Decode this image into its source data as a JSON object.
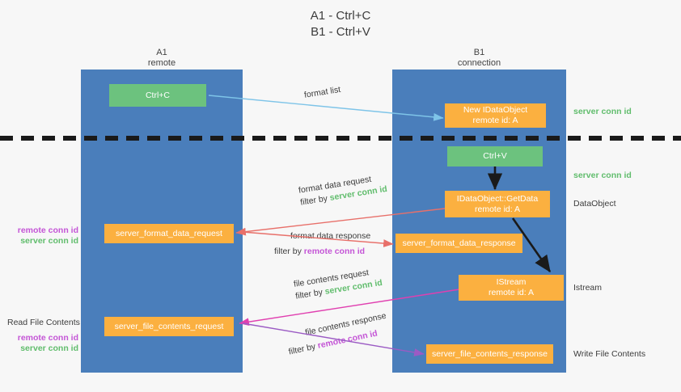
{
  "title": {
    "line1": "A1 - Ctrl+C",
    "line2": "B1 - Ctrl+V"
  },
  "lanes": {
    "a": {
      "name": "A1",
      "role": "remote"
    },
    "b": {
      "name": "B1",
      "role": "connection"
    }
  },
  "boxes": {
    "ctrl_c": {
      "label": "Ctrl+C"
    },
    "new_dataobject": {
      "line1": "New IDataObject",
      "line2": "remote id: A"
    },
    "ctrl_v": {
      "label": "Ctrl+V"
    },
    "getdata": {
      "line1": "IDataObject::GetData",
      "line2": "remote id: A"
    },
    "istream": {
      "line1": "IStream",
      "line2": "remote id: A"
    },
    "server_format_data_request": {
      "label": "server_format_data_request"
    },
    "server_format_data_response": {
      "label": "server_format_data_response"
    },
    "server_file_contents_request": {
      "label": "server_file_contents_request"
    },
    "server_file_contents_response": {
      "label": "server_file_contents_response"
    }
  },
  "annotations": {
    "format_list": "format list",
    "format_data_request": "format data request",
    "format_data_request_filter_prefix": "filter by ",
    "format_data_request_filter_value": "server conn id",
    "format_data_response": "format data response",
    "format_data_response_filter_prefix": "filter by ",
    "format_data_response_filter_value": "remote conn id",
    "file_contents_request": "file contents request",
    "file_contents_request_filter_prefix": "filter by ",
    "file_contents_request_filter_value": "server conn id",
    "file_contents_response": "file contents response",
    "file_contents_response_filter_prefix": "filter by ",
    "file_contents_response_filter_value": "remote conn id"
  },
  "side_labels": {
    "right_server_conn_id_1": "server conn id",
    "right_server_conn_id_2": "server conn id",
    "right_dataobject": "DataObject",
    "right_istream": "Istream",
    "right_write_file_contents": "Write File Contents",
    "left_remote_conn_id_1": "remote conn id",
    "left_server_conn_id_1": "server conn id",
    "left_read_file_contents": "Read File Contents",
    "left_remote_conn_id_2": "remote conn id",
    "left_server_conn_id_2": "server conn id"
  },
  "colors": {
    "lane": "#4a7ebb",
    "green_box": "#6cc27e",
    "orange_box": "#fbb040",
    "green_text": "#61bd6d",
    "magenta_text": "#c455d6",
    "arrow_blue": "#7ec4e8",
    "arrow_red": "#e8706a",
    "arrow_magenta": "#e040b0",
    "arrow_purple": "#9b5bc4",
    "arrow_dark": "#1a1a1a",
    "background": "#f7f7f7"
  }
}
